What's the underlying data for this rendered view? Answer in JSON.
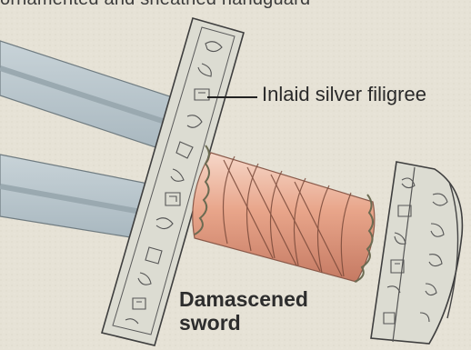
{
  "diagram": {
    "top_caption": "ornamented and sheathed handguard",
    "callout_label": "Inlaid silver filigree",
    "title_line1": "Damascened",
    "title_line2": "sword"
  },
  "colors": {
    "background": "#e6e2d6",
    "blade": "#b9c6cc",
    "guard": "#dcdcd2",
    "grip": "#e8a58a",
    "grip_shadow": "#c57a63",
    "line": "#4a4a4a"
  }
}
